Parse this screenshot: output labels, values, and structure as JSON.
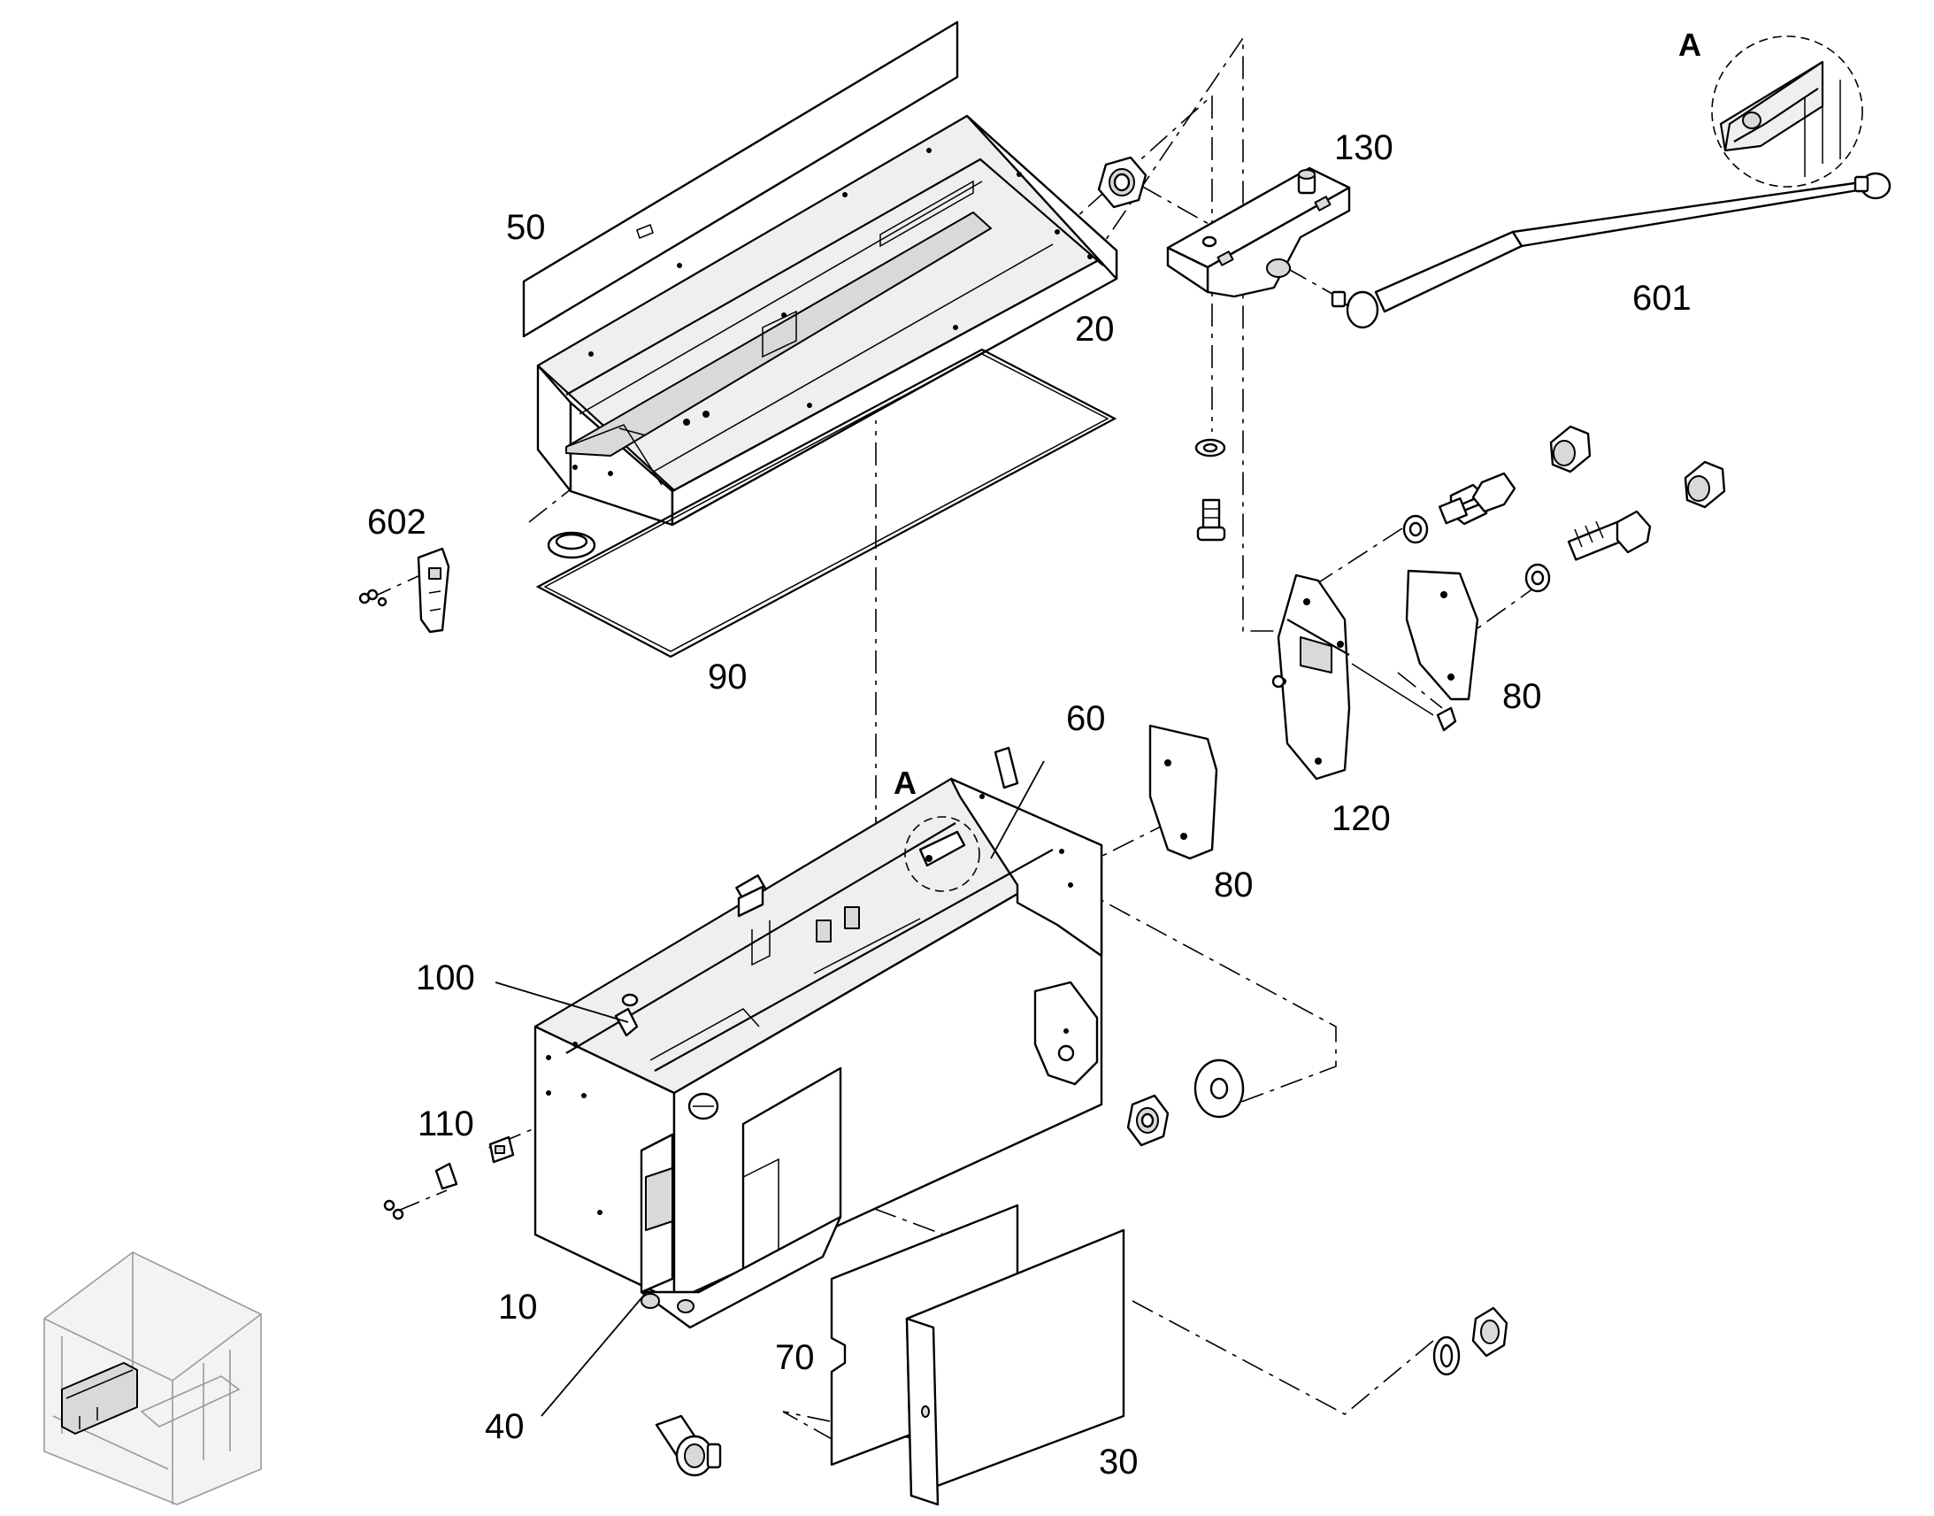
{
  "labels": {
    "p10": "10",
    "p20": "20",
    "p30": "30",
    "p40": "40",
    "p50": "50",
    "p60": "60",
    "p70": "70",
    "p80a": "80",
    "p80b": "80",
    "p90": "90",
    "p100": "100",
    "p110": "110",
    "p120": "120",
    "p130": "130",
    "p601": "601",
    "p602": "602"
  },
  "detail": {
    "top": "A",
    "box": "A"
  }
}
